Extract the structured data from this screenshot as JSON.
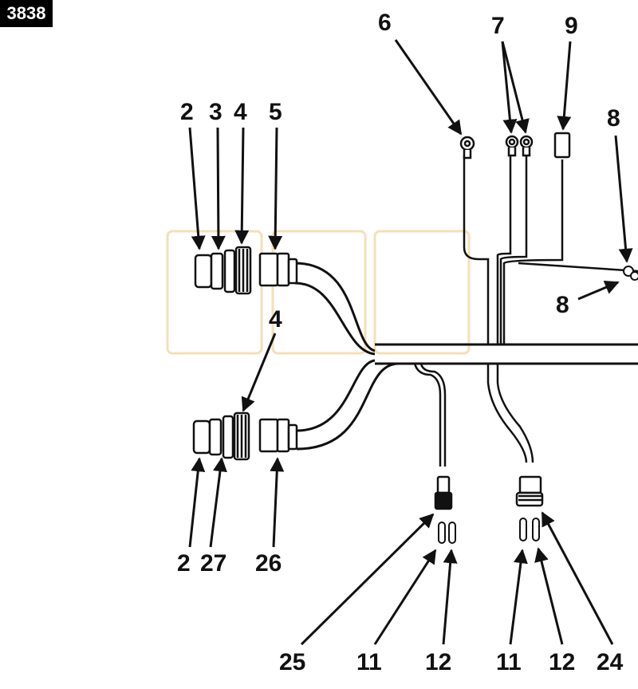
{
  "figure_id": "3838",
  "callouts": {
    "c2_top": "2",
    "c3": "3",
    "c4_top": "4",
    "c5": "5",
    "c6": "6",
    "c7": "7",
    "c9": "9",
    "c8_top": "8",
    "c8_mid": "8",
    "c4_mid": "4",
    "c2_bot": "2",
    "c27": "27",
    "c26": "26",
    "c25": "25",
    "c11_a": "11",
    "c12_a": "12",
    "c11_b": "11",
    "c12_b": "12",
    "c24": "24"
  },
  "colors": {
    "ink": "#111111",
    "highlight": "#f5dfb8"
  }
}
